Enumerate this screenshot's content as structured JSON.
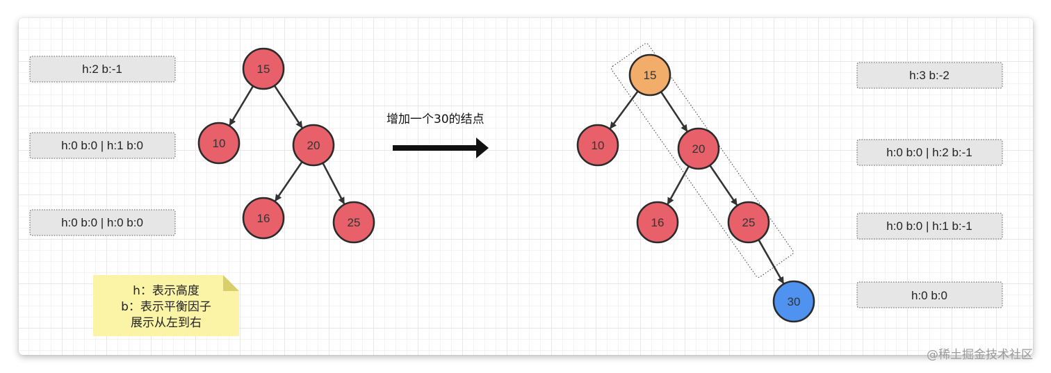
{
  "left_labels": [
    "h:2 b:-1",
    "h:0 b:0 | h:1 b:0",
    "h:0 b:0 | h:0 b:0"
  ],
  "right_labels": [
    "h:3 b:-2",
    "h:0 b:0 | h:2 b:-1",
    "h:0 b:0 | h:1 b:-1",
    "h:0 b:0"
  ],
  "left_tree": {
    "nodes": [
      {
        "id": "15",
        "label": "15",
        "color": "#e8616a"
      },
      {
        "id": "10",
        "label": "10",
        "color": "#e8616a"
      },
      {
        "id": "20",
        "label": "20",
        "color": "#e8616a"
      },
      {
        "id": "16",
        "label": "16",
        "color": "#e8616a"
      },
      {
        "id": "25",
        "label": "25",
        "color": "#e8616a"
      }
    ],
    "edges": [
      [
        "15",
        "10"
      ],
      [
        "15",
        "20"
      ],
      [
        "20",
        "16"
      ],
      [
        "20",
        "25"
      ]
    ]
  },
  "right_tree": {
    "nodes": [
      {
        "id": "15",
        "label": "15",
        "color": "#f3ad6b"
      },
      {
        "id": "10",
        "label": "10",
        "color": "#e8616a"
      },
      {
        "id": "20",
        "label": "20",
        "color": "#e8616a"
      },
      {
        "id": "16",
        "label": "16",
        "color": "#e8616a"
      },
      {
        "id": "25",
        "label": "25",
        "color": "#e8616a"
      },
      {
        "id": "30",
        "label": "30",
        "color": "#4f92f0"
      }
    ],
    "edges": [
      [
        "15",
        "10"
      ],
      [
        "15",
        "20"
      ],
      [
        "20",
        "16"
      ],
      [
        "20",
        "25"
      ],
      [
        "25",
        "30"
      ]
    ]
  },
  "action_caption": "增加一个30的结点",
  "note": {
    "lines": [
      "h：表示高度",
      "b：表示平衡因子",
      "展示从左到右"
    ],
    "color": "#fbf4a7"
  },
  "watermark": "@稀土掘金技术社区"
}
